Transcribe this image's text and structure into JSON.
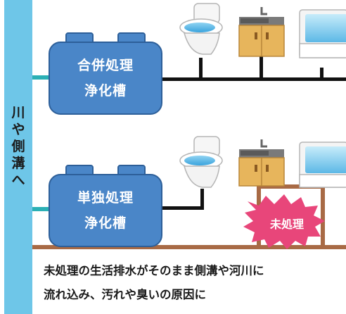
{
  "river_label": [
    "川",
    "や",
    "側",
    "溝",
    "へ"
  ],
  "tank1": {
    "lines": [
      "合併処理",
      "浄化槽"
    ]
  },
  "tank2": {
    "lines": [
      "単独処理",
      "浄化槽"
    ]
  },
  "untreated_badge": "未処理",
  "caption": [
    "未処理の生活排水がそのまま側溝や河川に",
    "流れ込み、汚れや臭いの原因に"
  ],
  "colors": {
    "river": "#6ec6e8",
    "tank": "#4a86c8",
    "tank_border": "#2d5f99",
    "outlet_pipe": "#2bb0b5",
    "treated_pipe": "#111111",
    "untreated_pipe": "#a86a45",
    "badge": "#e8467a"
  }
}
